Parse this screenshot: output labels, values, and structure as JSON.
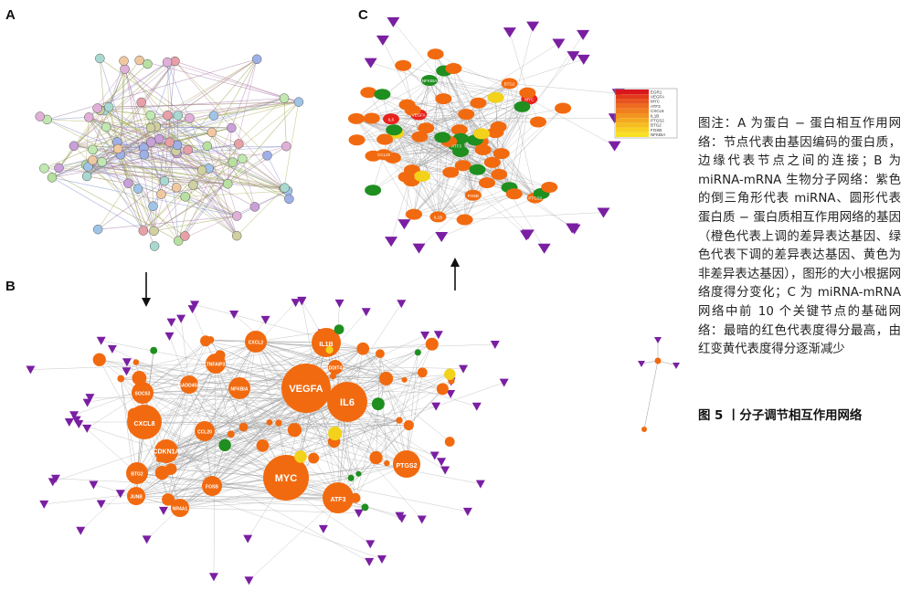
{
  "panels": {
    "a_label": "A",
    "b_label": "B",
    "c_label": "C"
  },
  "caption": {
    "text": "图注：A 为蛋白 − 蛋白相互作用网络：节点代表由基因编码的蛋白质，边缘代表节点之间的连接；B 为 miRNA-mRNA 生物分子网络：紫色的倒三角形代表 miRNA、圆形代表蛋白质 − 蛋白质相互作用网络的基因（橙色代表上调的差异表达基因、绿色代表下调的差异表达基因、黄色为非差异表达基因），图形的大小根据网络度得分变化；C 为 miRNA-mRNA 网络中前 10 个关键节点的基础网络：最暗的红色代表度得分最高，由红变黄代表度得分逐渐减少",
    "title": "图 5 丨分子调节相互作用网络"
  },
  "colors": {
    "mirna": "#7a1fa2",
    "up": "#f26a0f",
    "down": "#1f8f1f",
    "nondiff": "#f2d21a",
    "hub_top": "#e8231c",
    "edge": "#9a9a9a",
    "ppi_edge": "#6f7f3a"
  },
  "panel_b": {
    "big_nodes": [
      {
        "id": "VEGFA",
        "label": "VEGFA"
      },
      {
        "id": "IL6",
        "label": "IL6"
      },
      {
        "id": "MYC",
        "label": "MYC"
      },
      {
        "id": "IL1B",
        "label": "IL1B"
      },
      {
        "id": "ATF3",
        "label": "ATF3"
      },
      {
        "id": "CXCL8",
        "label": "CXCL8"
      },
      {
        "id": "PTGS2",
        "label": "PTGS2"
      },
      {
        "id": "SOCS3",
        "label": "SOCS3"
      },
      {
        "id": "CXCL2",
        "label": "CXCL2"
      },
      {
        "id": "BTG2",
        "label": "BTG2"
      },
      {
        "id": "FOSB",
        "label": "FOSB"
      },
      {
        "id": "JUNB",
        "label": "JUNB"
      },
      {
        "id": "CDKN1A",
        "label": "CDKN1A"
      },
      {
        "id": "NFKBIA",
        "label": "NFKBIA"
      },
      {
        "id": "TNFAIP3",
        "label": "TNFAIP3"
      },
      {
        "id": "CCL20",
        "label": "CCL20"
      },
      {
        "id": "NR4A1",
        "label": "NR4A1"
      },
      {
        "id": "GADD45B",
        "label": "GADD45B"
      },
      {
        "id": "DDIT4",
        "label": "DDIT4"
      }
    ]
  },
  "panel_c": {
    "legend": [
      "EGR1",
      "VEGFA",
      "MYC",
      "ATF3",
      "CXCL8",
      "IL1B",
      "PTGS2",
      "BTG2",
      "FOSB",
      "NFKBIA"
    ],
    "hub_labels": [
      "VEGFA",
      "MYC",
      "IL6",
      "ATF3",
      "PTGS2",
      "IL1B",
      "BTG2",
      "FOSB",
      "NFKBIA",
      "CCL20"
    ]
  }
}
